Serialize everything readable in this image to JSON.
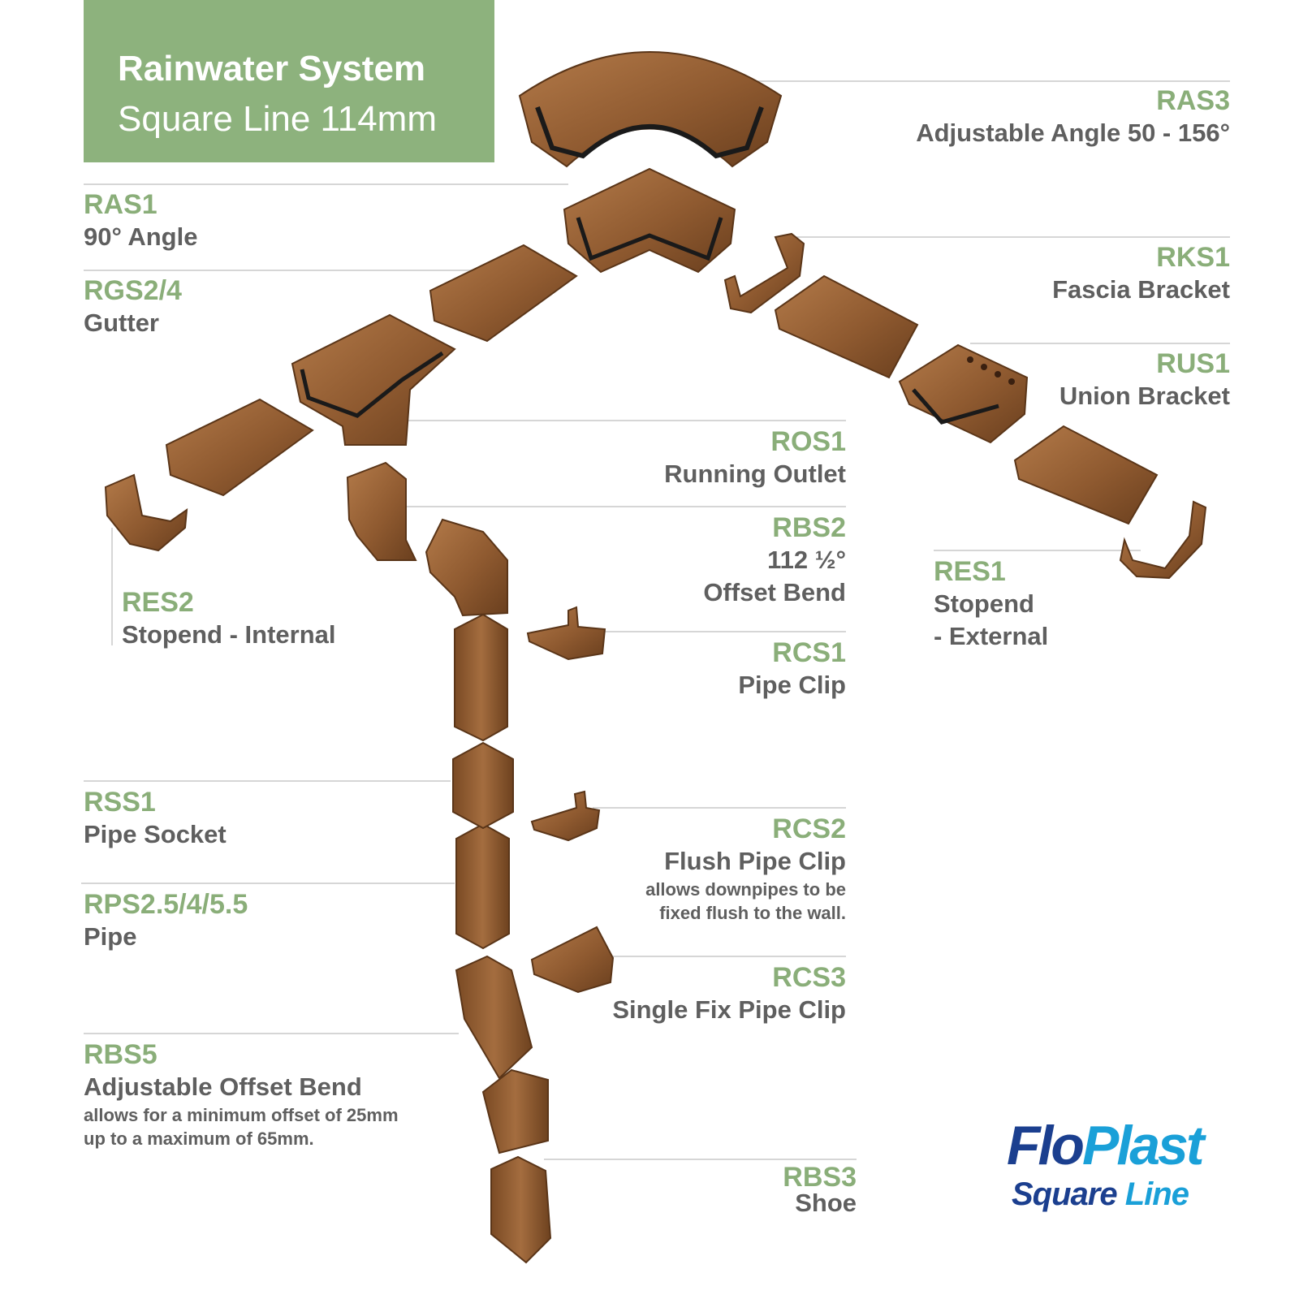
{
  "header": {
    "title": "Rainwater System",
    "subtitle": "Square Line 114mm"
  },
  "colors": {
    "header_bg": "#8db27d",
    "code": "#8aae79",
    "text": "#5f5f5f",
    "part": "#8f5a30",
    "logo_blue": "#1b3f8f",
    "logo_cyan": "#1aa0d8"
  },
  "parts": [
    {
      "id": "RAS3",
      "code": "RAS3",
      "name": "Adjustable Angle 50 - 156°"
    },
    {
      "id": "RAS1",
      "code": "RAS1",
      "name": "90° Angle"
    },
    {
      "id": "RGS",
      "code": "RGS2/4",
      "name": "Gutter"
    },
    {
      "id": "RKS1",
      "code": "RKS1",
      "name": "Fascia Bracket"
    },
    {
      "id": "RUS1",
      "code": "RUS1",
      "name": "Union Bracket"
    },
    {
      "id": "ROS1",
      "code": "ROS1",
      "name": "Running Outlet"
    },
    {
      "id": "RBS2",
      "code": "RBS2",
      "name": "112 ½°",
      "name2": "Offset Bend"
    },
    {
      "id": "RES1",
      "code": "RES1",
      "name": "Stopend",
      "name2": "- External"
    },
    {
      "id": "RES2",
      "code": "RES2",
      "name": "Stopend - Internal"
    },
    {
      "id": "RCS1",
      "code": "RCS1",
      "name": "Pipe Clip"
    },
    {
      "id": "RSS1",
      "code": "RSS1",
      "name": "Pipe Socket"
    },
    {
      "id": "RCS2",
      "code": "RCS2",
      "name": "Flush Pipe Clip",
      "note1": "allows downpipes to be",
      "note2": "fixed flush to the wall."
    },
    {
      "id": "RPS",
      "code": "RPS2.5/4/5.5",
      "name": "Pipe"
    },
    {
      "id": "RCS3",
      "code": "RCS3",
      "name": "Single Fix Pipe Clip"
    },
    {
      "id": "RBS5",
      "code": "RBS5",
      "name": "Adjustable Offset Bend",
      "note1": "allows for a minimum offset of 25mm",
      "note2": "up to a maximum of 65mm."
    },
    {
      "id": "RBS3",
      "code": "RBS3",
      "name": "Shoe"
    }
  ],
  "logo": {
    "brand_a": "Flo",
    "brand_b": "Plast",
    "line_a": "Square",
    "line_b": "Line"
  }
}
